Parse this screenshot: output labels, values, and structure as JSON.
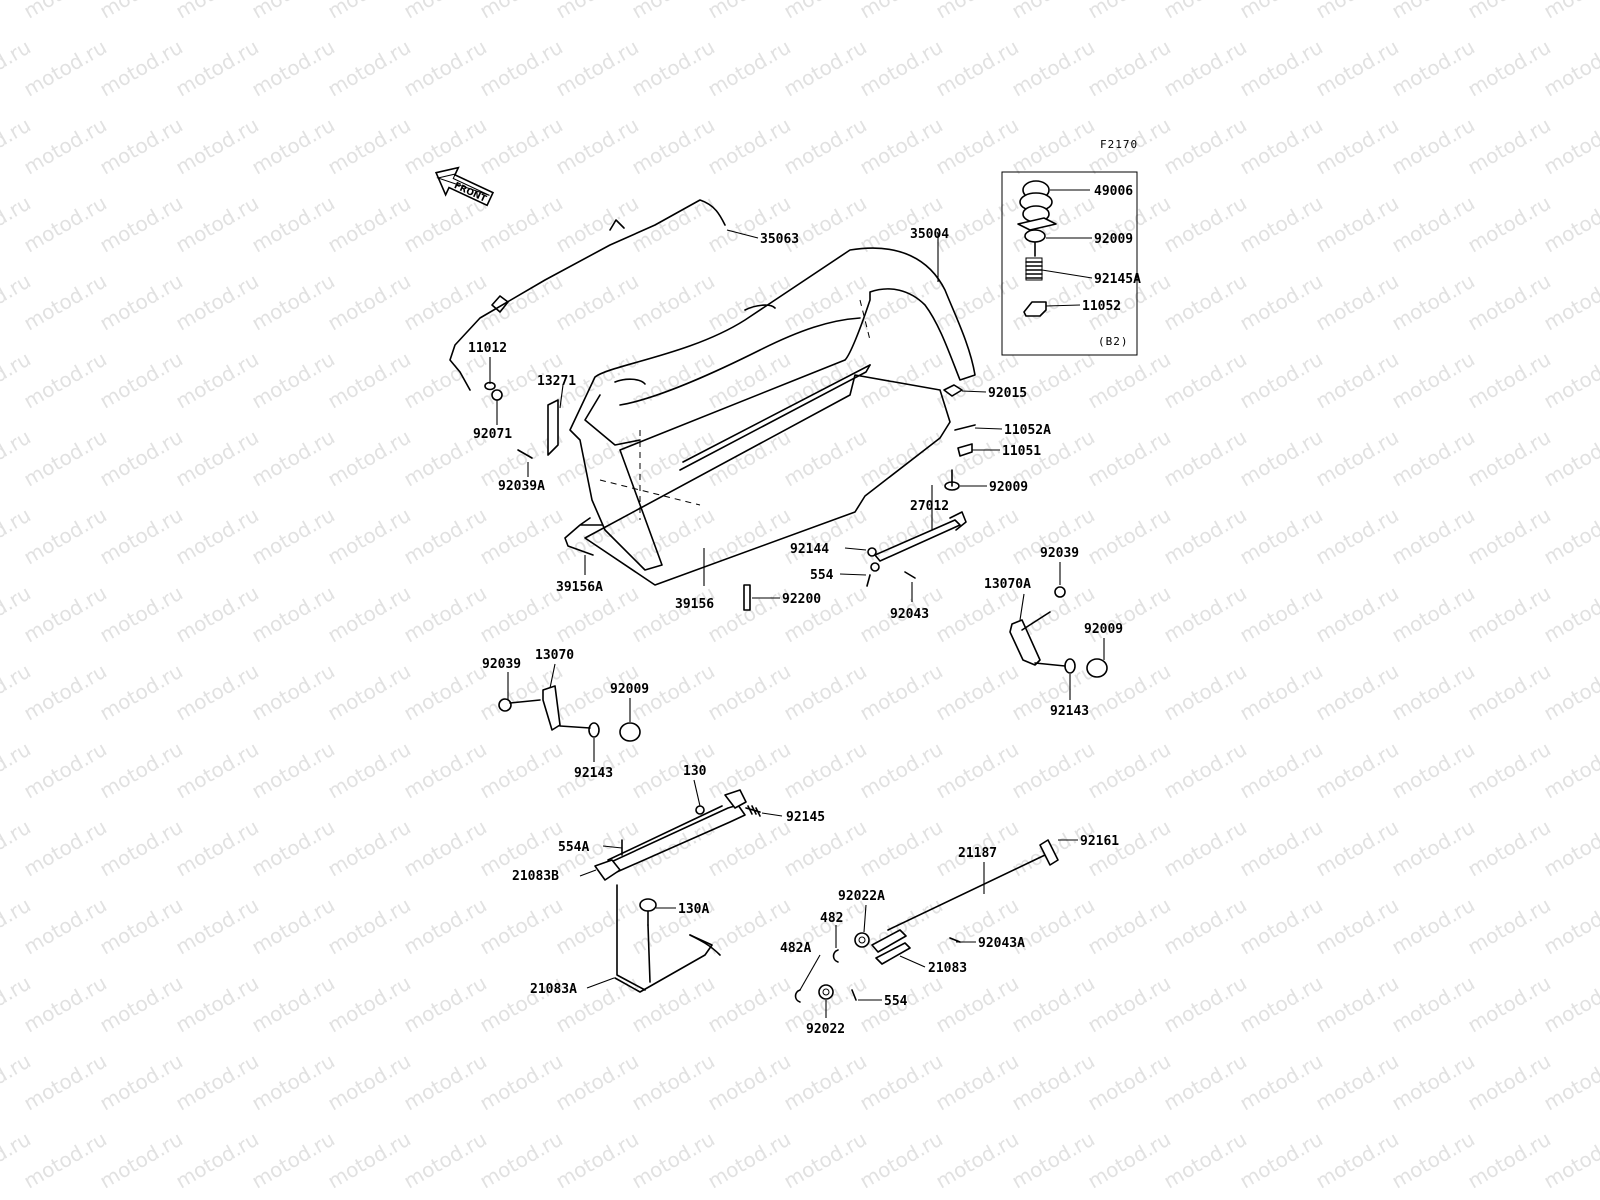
{
  "diagram_code": "F2170",
  "inset_label": "(B2)",
  "front_label": "FRONT",
  "watermark": "motod.ru",
  "parts": {
    "p35063": "35063",
    "p35004": "35004",
    "p49006": "49006",
    "p92009_inset": "92009",
    "p92145A": "92145A",
    "p11052": "11052",
    "p11012": "11012",
    "p13271": "13271",
    "p92071": "92071",
    "p92039A": "92039A",
    "p92015": "92015",
    "p11052A": "11052A",
    "p11051": "11051",
    "p92009_a": "92009",
    "p27012": "27012",
    "p92144": "92144",
    "p554_a": "554",
    "p92043": "92043",
    "p39156A": "39156A",
    "p39156": "39156",
    "p92200": "92200",
    "p92039_r": "92039",
    "p13070A": "13070A",
    "p92009_r": "92009",
    "p92143_r": "92143",
    "p92039_l": "92039",
    "p13070": "13070",
    "p92009_l": "92009",
    "p92143_l": "92143",
    "p130": "130",
    "p92145": "92145",
    "p554A": "554A",
    "p21083B": "21083B",
    "p130A": "130A",
    "p21083A": "21083A",
    "p92161": "92161",
    "p21187": "21187",
    "p92022A": "92022A",
    "p482": "482",
    "p92043A": "92043A",
    "p482A": "482A",
    "p21083": "21083",
    "p554_b": "554",
    "p92022": "92022"
  }
}
